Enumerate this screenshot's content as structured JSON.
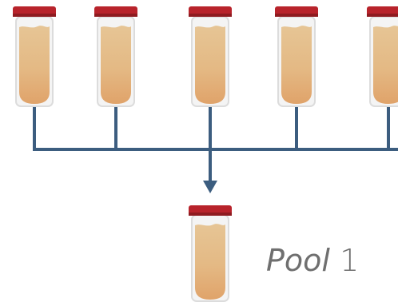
{
  "colors": {
    "cap": "#b8232b",
    "cap_shadow": "#8e1b20",
    "tube_glass": "#f4f4f4",
    "tube_outline": "#dcdcdc",
    "liquid_top": "#e6c595",
    "liquid_bottom": "#e0a56c",
    "connector": "#3c5d7f",
    "label_text": "#6f6f6f"
  },
  "sample_tubes": [
    {
      "id": "sample-1",
      "icon": "sample-tube-icon"
    },
    {
      "id": "sample-2",
      "icon": "sample-tube-icon"
    },
    {
      "id": "sample-3",
      "icon": "sample-tube-icon"
    },
    {
      "id": "sample-4",
      "icon": "sample-tube-icon"
    },
    {
      "id": "sample-5",
      "icon": "sample-tube-icon"
    }
  ],
  "pool": {
    "icon": "pooled-tube-icon",
    "label_word": "Pool",
    "label_number": "1"
  }
}
